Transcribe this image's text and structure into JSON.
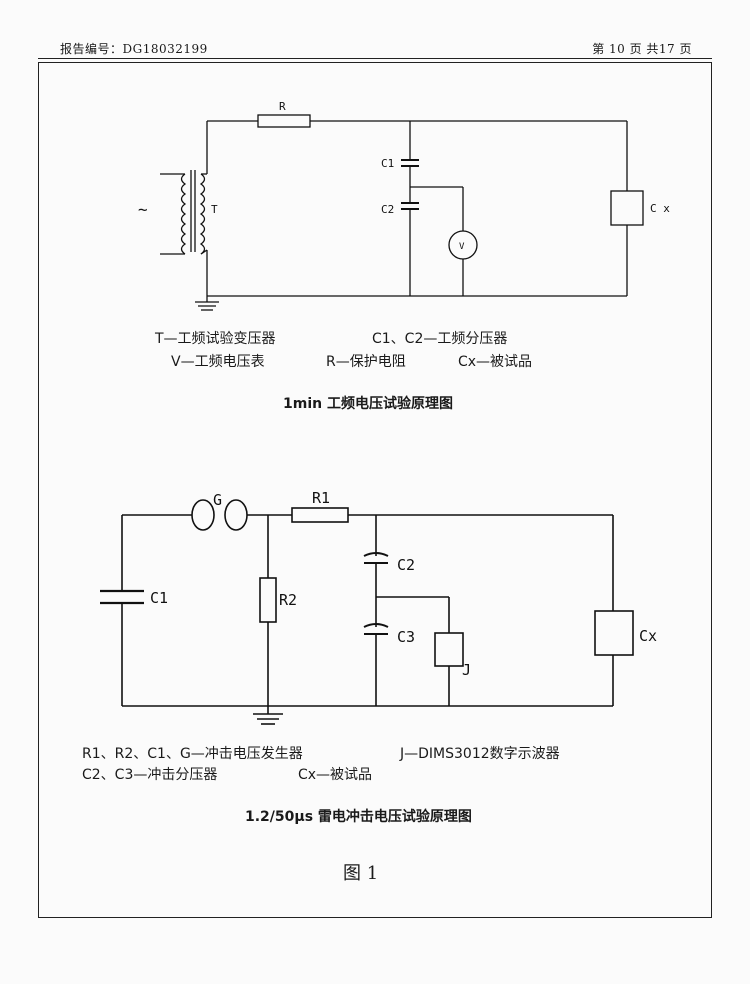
{
  "header": {
    "report_no": "报告编号：DG18032199",
    "page_info": "第 10 页 共17 页"
  },
  "diagram1": {
    "labels": {
      "R": "R",
      "T": "T",
      "C1": "C1",
      "C2": "C2",
      "V": "V",
      "Cx": "C x",
      "ac": "~"
    },
    "legend_line1_a": "T—工频试验变压器",
    "legend_line1_b": "C1、C2—工频分压器",
    "legend_line2_a": "V—工频电压表",
    "legend_line2_b": "R—保护电阻",
    "legend_line2_c": "Cx—被试品",
    "caption": "1min 工频电压试验原理图"
  },
  "diagram2": {
    "labels": {
      "G": "G",
      "R1": "R1",
      "C1": "C1",
      "R2": "R2",
      "C2": "C2",
      "C3": "C3",
      "J": "J",
      "Cx": "Cx"
    },
    "legend_line1_a": "R1、R2、C1、G—冲击电压发生器",
    "legend_line1_b": "J—DIMS3012数字示波器",
    "legend_line2_a": "C2、C3—冲击分压器",
    "legend_line2_b": "Cx—被试品",
    "caption": "1.2/50μs 雷电冲击电压试验原理图"
  },
  "figure_label": "图 1"
}
